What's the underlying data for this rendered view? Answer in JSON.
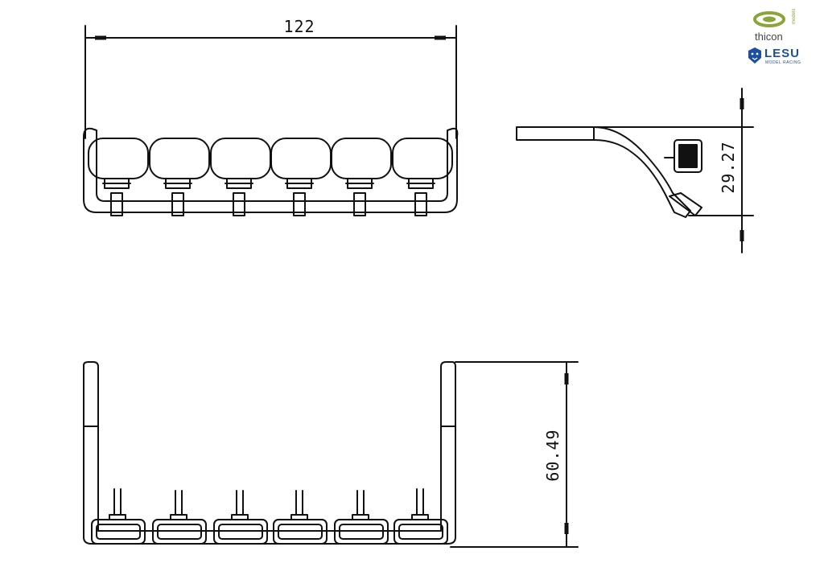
{
  "drawing": {
    "dim_width": "122",
    "dim_side_height": "29.27",
    "dim_bottom_depth": "60.49"
  },
  "brands": {
    "thicon": "thicon",
    "thicon_sub": "models",
    "lesu": "LESU",
    "lesu_sub": "MODEL RACING"
  },
  "colors": {
    "line": "#111111",
    "thicon_green": "#8aa53a",
    "lesu_blue": "#1c4fa0"
  }
}
